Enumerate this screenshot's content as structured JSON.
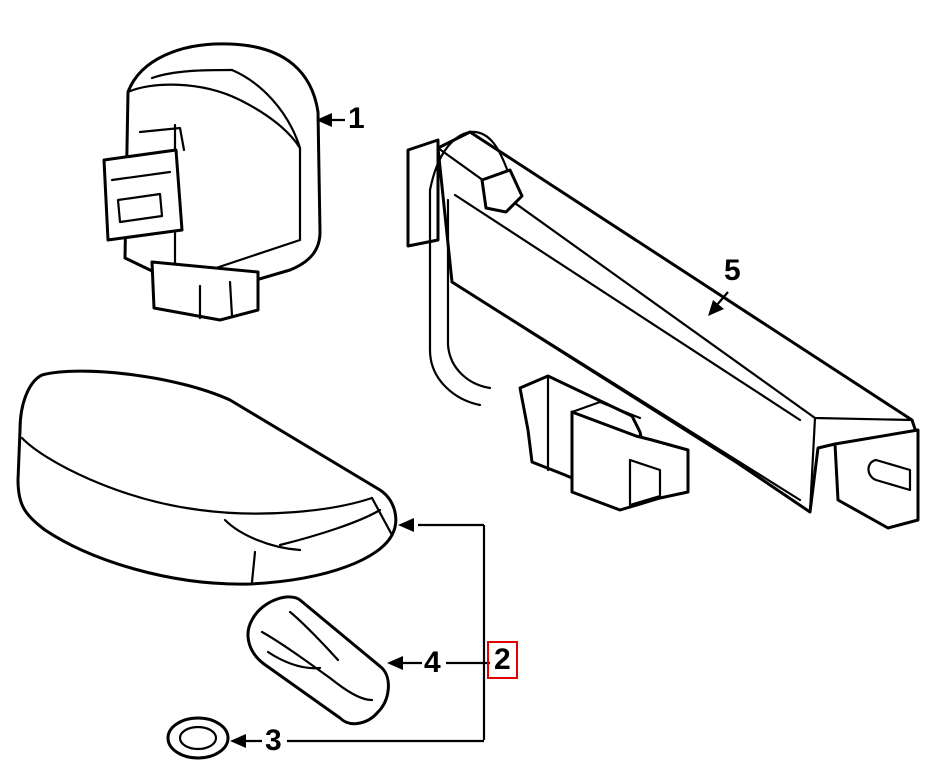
{
  "callouts": {
    "c1": "1",
    "c2": "2",
    "c3": "3",
    "c4": "4",
    "c5": "5"
  },
  "colors": {
    "line": "#000000",
    "background": "#ffffff",
    "highlight_box": "#e00000"
  }
}
